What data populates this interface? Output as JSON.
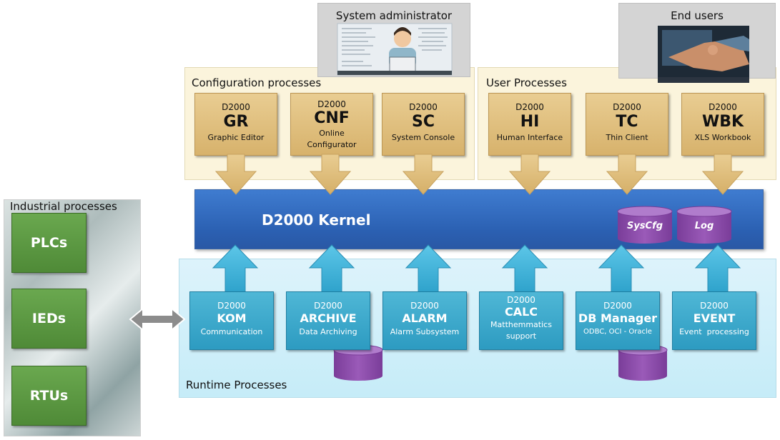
{
  "admin": {
    "title": "System administrator"
  },
  "end_users": {
    "title": "End users"
  },
  "config": {
    "title": "Configuration processes",
    "items": [
      {
        "brand": "D2000",
        "code": "GR",
        "sub": "Graphic Editor"
      },
      {
        "brand": "D2000",
        "code": "CNF",
        "sub": "Online Configurator"
      },
      {
        "brand": "D2000",
        "code": "SC",
        "sub": "System Console"
      }
    ]
  },
  "user": {
    "title": "User Processes",
    "items": [
      {
        "brand": "D2000",
        "code": "HI",
        "sub": "Human Interface"
      },
      {
        "brand": "D2000",
        "code": "TC",
        "sub": "Thin Client"
      },
      {
        "brand": "D2000",
        "code": "WBK",
        "sub": "XLS Workbook"
      }
    ]
  },
  "kernel": {
    "title": "D2000 Kernel",
    "db1": "SysCfg",
    "db2": "Log"
  },
  "runtime": {
    "title": "Runtime Processes",
    "items": [
      {
        "brand": "D2000",
        "code": "KOM",
        "sub": "Communication"
      },
      {
        "brand": "D2000",
        "code": "ARCHIVE",
        "sub": "Data Archiving"
      },
      {
        "brand": "D2000",
        "code": "ALARM",
        "sub": "Alarm Subsystem"
      },
      {
        "brand": "D2000",
        "code": "CALC",
        "sub": "Matthemmatics support"
      },
      {
        "brand": "D2000",
        "code": "DB Manager",
        "sub": "ODBC, OCI - Oracle"
      },
      {
        "brand": "D2000",
        "code": "EVENT",
        "sub": "Event  processing"
      }
    ]
  },
  "industrial": {
    "title": "Industrial processes",
    "items": [
      "PLCs",
      "IEDs",
      "RTUs"
    ]
  },
  "colors": {
    "config_box": "#dfbf7f",
    "kernel": "#2f68bd",
    "runtime_box": "#3aa9cc",
    "arrow_cyan": "#3fb4dc",
    "database": "#8a4aa8",
    "industrial_box": "#5e9a44"
  }
}
